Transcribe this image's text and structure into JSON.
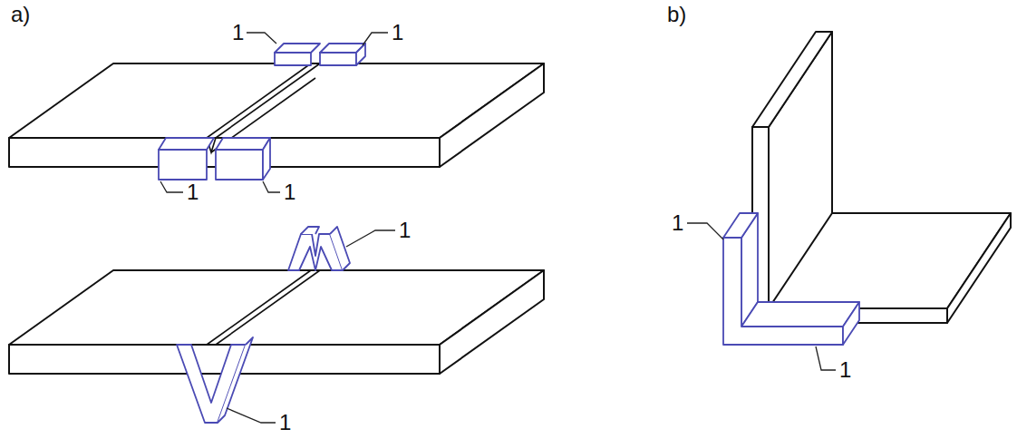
{
  "diagram": {
    "labels": [
      "a)",
      "1",
      "1",
      "1",
      "1",
      "1",
      "1",
      "b)",
      "1",
      "1"
    ]
  }
}
